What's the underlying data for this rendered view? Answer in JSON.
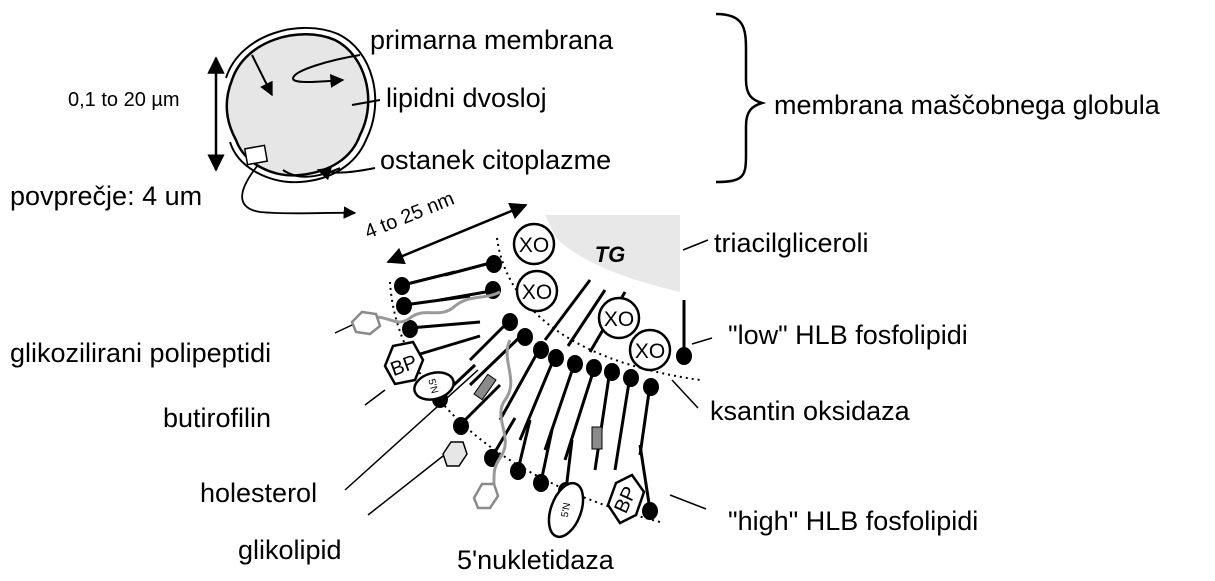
{
  "labels": {
    "size_range": "0,1 to 20 µm",
    "average": "povprečje: 4 um",
    "primary_membrane": "primarna membrana",
    "lipid_bilayer": "lipidni dvosloj",
    "cytoplasm_remnant": "ostanek citoplazme",
    "globule_membrane": "membrana maščobnega globula",
    "thickness": "4 to 25 nm",
    "triacylglycerols": "triacilgliceroli",
    "low_hlb": "\"low\" HLB fosfolipidi",
    "glycosylated_polypeptides": "glikozilirani polipeptidi",
    "butyrophilin": "butirofilin",
    "xanthine_oxidase": "ksantin oksidaza",
    "cholesterol": "holesterol",
    "high_hlb": "\"high\" HLB fosfolipidi",
    "glycolipid": "glikolipid",
    "nucleotidase": "5'nukletidaza"
  },
  "markers": {
    "tg": "TG",
    "xo": "XO",
    "bp": "BP",
    "sn": "5'N"
  },
  "colors": {
    "stroke": "#000000",
    "globule_fill": "#e6e6e6",
    "tg_fill": "#e8e8e8",
    "protein_gray": "#8a8a8a"
  }
}
